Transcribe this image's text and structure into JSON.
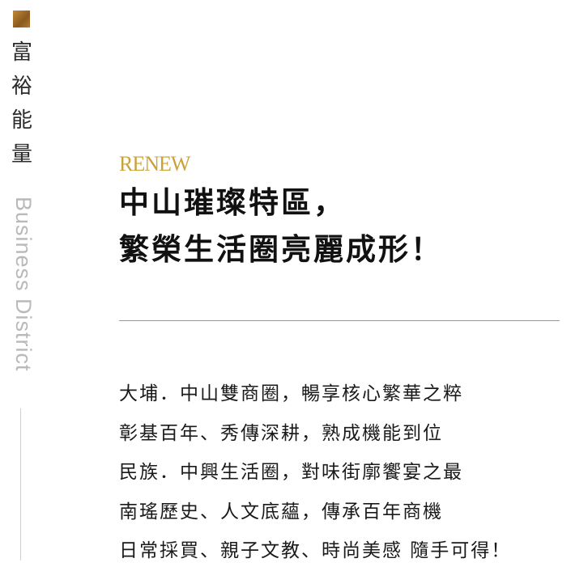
{
  "sidebar": {
    "title_chars": [
      "富",
      "裕",
      "能",
      "量"
    ],
    "subtitle": "Business District"
  },
  "article": {
    "kicker": "RENEW",
    "headline": [
      "中山璀璨特區，",
      "繁榮生活圈亮麗成形！"
    ],
    "body": [
      "大埔．中山雙商圈，暢享核心繁華之粹",
      "彰基百年、秀傳深耕，熟成機能到位",
      "民族．中興生活圈，對味街廓饗宴之最",
      "南瑤歷史、人文底蘊，傳承百年商機",
      "日常採買、親子文教、時尚美感 隨手可得！"
    ]
  },
  "colors": {
    "accent_gold": "#c9a23a",
    "text": "#111111",
    "muted": "#b9b9b9"
  }
}
